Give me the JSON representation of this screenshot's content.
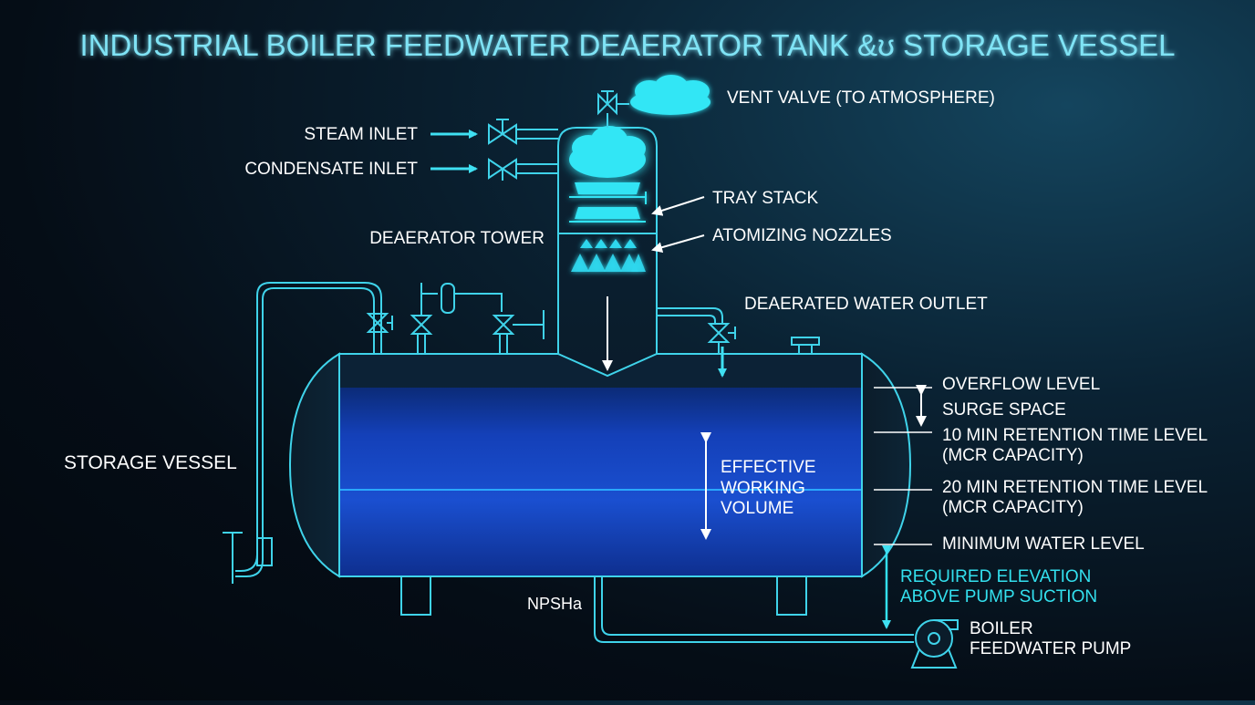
{
  "title": "INDUSTRIAL BOILER FEEDWATER DEAERATOR TANK &ʊ STORAGE VESSEL",
  "labels": {
    "vent_valve": "VENT VALVE (TO ATMOSPHERE)",
    "steam_inlet": "STEAM INLET",
    "condensate_inlet": "CONDENSATE INLET",
    "tray_stack": "TRAY STACK",
    "deaerator_tower": "DEAERATOR TOWER",
    "atomizing_nozzles": "ATOMIZING NOZZLES",
    "deaerated_water_outlet": "DEAERATED WATER OUTLET",
    "storage_vessel": "STORAGE VESSEL",
    "effective_working_volume": [
      "EFFECTIVE",
      "WORKING",
      "VOLUME"
    ],
    "overflow_level": "OVERFLOW LEVEL",
    "surge_space": "SURGE SPACE",
    "ten_min_level": [
      "10 MIN RETENTION TIME LEVEL",
      "(MCR CAPACITY)"
    ],
    "twenty_min_level": [
      "20 MIN RETENTION TIME LEVEL",
      "(MCR CAPACITY)"
    ],
    "minimum_water_level": "MINIMUM WATER LEVEL",
    "required_elevation": [
      "REQUIRED ELEVATION",
      "ABOVE PUMP SUCTION"
    ],
    "npsha": "NPSHa",
    "boiler_feedwater_pump": [
      "BOILER",
      "FEEDWATER PUMP"
    ]
  },
  "colors": {
    "title": "#7fe3f5",
    "label": "#ffffff",
    "accent_label": "#33e0ee",
    "line": "#3fd3ea",
    "glow": "#39f0ff",
    "water_deep": "#0d2f8a",
    "water_mid": "#1547c7",
    "level_line": "#2fc9ff"
  }
}
